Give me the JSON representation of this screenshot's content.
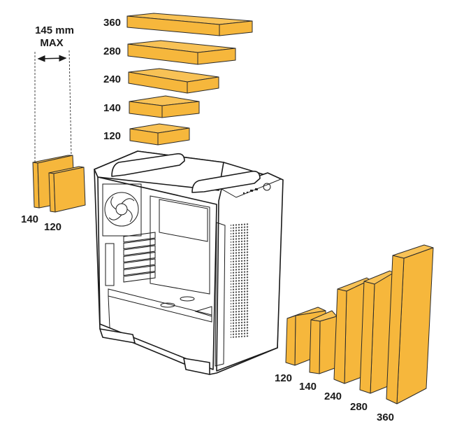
{
  "clearance": {
    "value": "145 mm",
    "note": "MAX"
  },
  "radiator_color": "#F6B73C",
  "top_radiators": [
    "360",
    "280",
    "240",
    "140",
    "120"
  ],
  "rear_radiators": [
    "140",
    "120"
  ],
  "front_radiators": [
    "120",
    "140",
    "240",
    "280",
    "360"
  ]
}
